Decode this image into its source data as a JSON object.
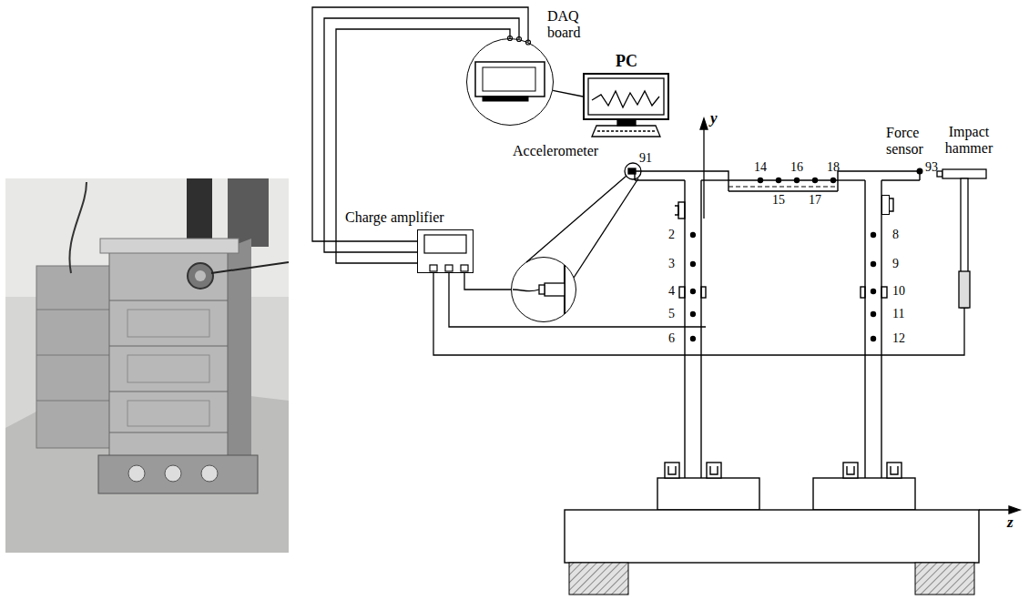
{
  "diagram": {
    "nodes": [
      {
        "text": [
          "DAQ board"
        ]
      },
      {
        "text": [
          "PC"
        ]
      },
      {
        "text": [
          "Charge amplifier"
        ]
      },
      {
        "text": [
          "Accelerometer"
        ]
      },
      {
        "text": [
          "Force sensor"
        ]
      },
      {
        "text": [
          "Impact hammer"
        ]
      }
    ],
    "edges": [
      {
        "from": 0,
        "to": 2,
        "arrow": "none"
      },
      {
        "from": 0,
        "to": 2,
        "arrow": "none"
      },
      {
        "from": 0,
        "to": 2,
        "arrow": "none"
      },
      {
        "from": 0,
        "to": 1,
        "arrow": "none"
      },
      {
        "from": 2,
        "to": 3,
        "arrow": "none"
      },
      {
        "from": 2,
        "to": 5,
        "arrow": "none"
      }
    ],
    "labels": [
      "y",
      "91",
      "14",
      "16",
      "18",
      "93",
      "15",
      "17",
      "2",
      "3",
      "4",
      "5",
      "6",
      "8",
      "9",
      "10",
      "11",
      "12",
      "z"
    ]
  }
}
